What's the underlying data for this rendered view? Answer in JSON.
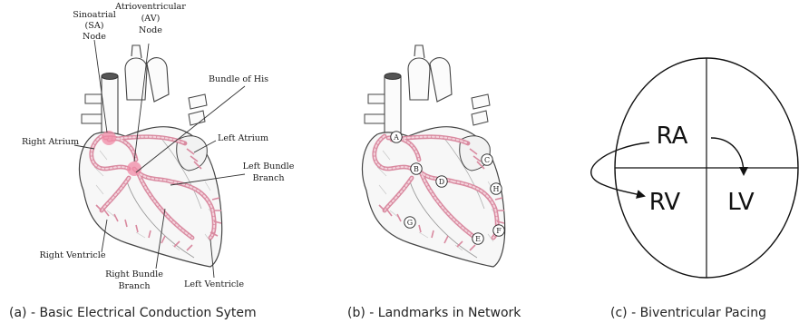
{
  "panel_a": {
    "caption": "(a) - Basic Electrical Conduction Sytem",
    "labels": {
      "sa_line1": "Sinoatrial",
      "sa_line2": "(SA)",
      "sa_line3": "Node",
      "av_line1": "Atrioventricular",
      "av_line2": "(AV)",
      "av_line3": "Node",
      "bundle_his": "Bundle of His",
      "right_atrium": "Right Atrium",
      "left_atrium": "Left Atrium",
      "lbb_line1": "Left Bundle",
      "lbb_line2": "Branch",
      "right_ventricle": "Right Ventricle",
      "rbb_line1": "Right Bundle",
      "rbb_line2": "Branch",
      "left_ventricle": "Left Ventricle"
    }
  },
  "panel_b": {
    "caption": "(b) - Landmarks in Network",
    "landmarks": [
      "A",
      "B",
      "C",
      "D",
      "E",
      "F",
      "G",
      "H"
    ]
  },
  "panel_c": {
    "caption": "(c) - Biventricular Pacing",
    "chambers": {
      "ra": "RA",
      "rv": "RV",
      "lv": "LV"
    }
  },
  "colors": {
    "conduction": "#d98aa0",
    "conduction_dash": "#f3d3dc",
    "node": "#f08aa6",
    "outline": "#444444"
  }
}
